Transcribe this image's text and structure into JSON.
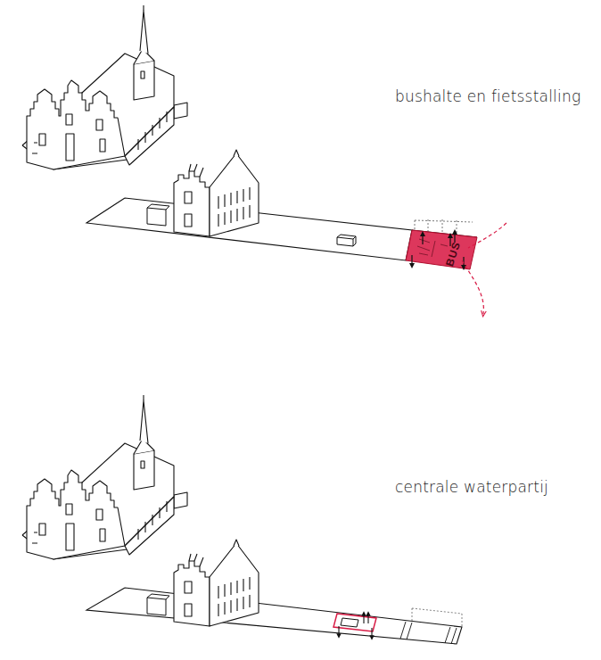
{
  "diagram": {
    "labels": [
      "bushalte en fietsstalling",
      "centrale waterpartij",
      "BUS"
    ]
  }
}
